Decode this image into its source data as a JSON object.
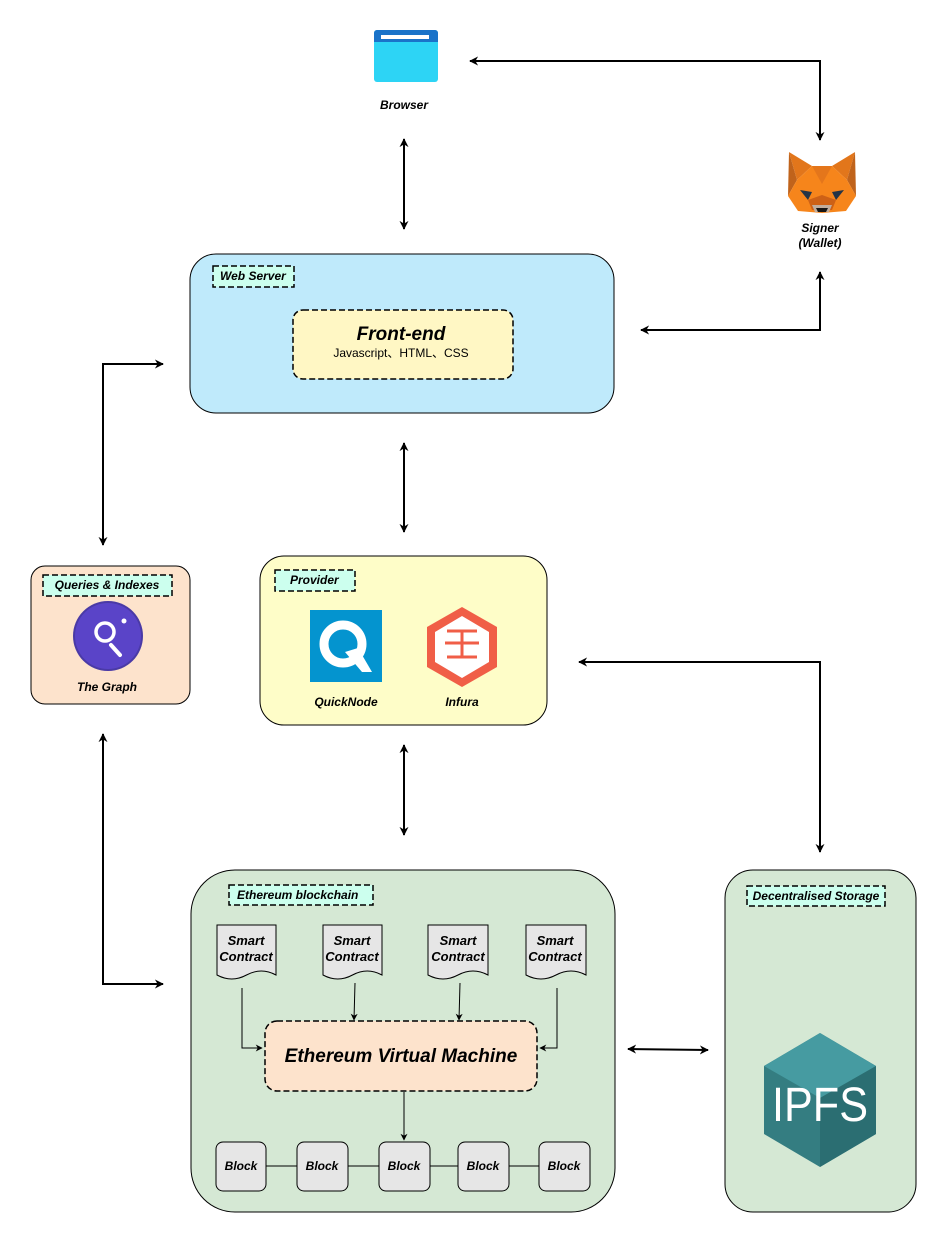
{
  "browser": {
    "label": "Browser"
  },
  "signer": {
    "line1": "Signer",
    "line2": "(Wallet)"
  },
  "web_server": {
    "tag": "Web Server",
    "frontend": {
      "title": "Front-end",
      "subtitle": "Javascript、HTML、CSS"
    }
  },
  "queries": {
    "tag": "Queries & Indexes",
    "graph_label": "The Graph"
  },
  "provider": {
    "tag": "Provider",
    "quicknode_label": "QuickNode",
    "infura_label": "Infura"
  },
  "ethereum": {
    "tag": "Ethereum blockchain",
    "smart_contracts": [
      {
        "line1": "Smart",
        "line2": "Contract"
      },
      {
        "line1": "Smart",
        "line2": "Contract"
      },
      {
        "line1": "Smart",
        "line2": "Contract"
      },
      {
        "line1": "Smart",
        "line2": "Contract"
      }
    ],
    "evm": "Ethereum Virtual Machine",
    "blocks": [
      "Block",
      "Block",
      "Block",
      "Block",
      "Block"
    ]
  },
  "storage": {
    "tag": "Decentralised Storage",
    "ipfs_logo": "IPFS"
  },
  "colors": {
    "web_server_bg": "#bfeafb",
    "frontend_bg": "#fff7c4",
    "provider_bg": "#fefdc8",
    "queries_bg": "#fde3cc",
    "ethereum_bg": "#d5e8d4",
    "storage_bg": "#d5e8d4",
    "evm_bg": "#fde3cc",
    "tag_bg": "#ccffee",
    "block_bg": "#e6e6e6"
  }
}
